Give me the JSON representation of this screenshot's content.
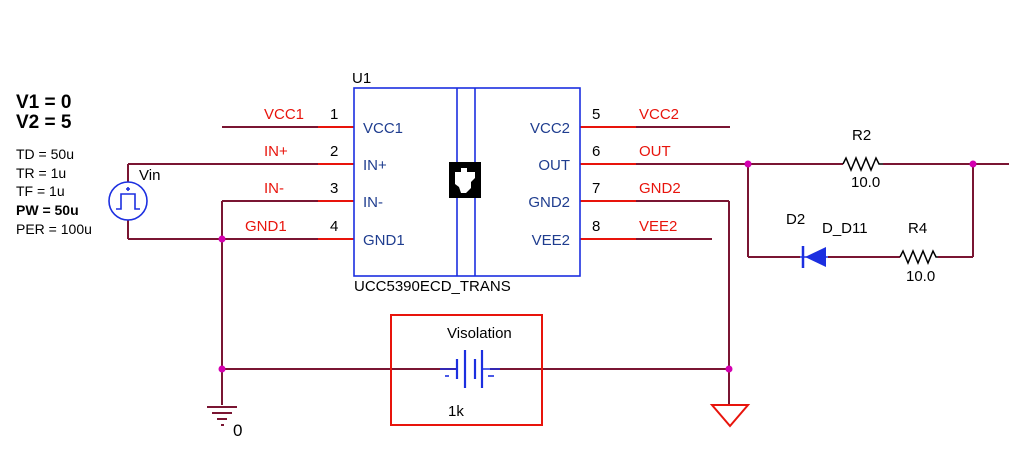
{
  "source": {
    "v1": "V1 = 0",
    "v2": "V2 = 5",
    "td": "TD = 50u",
    "tr": "TR = 1u",
    "tf": "TF = 1u",
    "pw": "PW = 50u",
    "per": "PER = 100u",
    "name": "Vin"
  },
  "chip": {
    "ref": "U1",
    "part": "UCC5390ECD_TRANS",
    "left_pins": [
      {
        "num": "1",
        "name": "VCC1",
        "net": "VCC1"
      },
      {
        "num": "2",
        "name": "IN+",
        "net": "IN+"
      },
      {
        "num": "3",
        "name": "IN-",
        "net": "IN-"
      },
      {
        "num": "4",
        "name": "GND1",
        "net": "GND1"
      }
    ],
    "right_pins": [
      {
        "num": "5",
        "name": "VCC2",
        "net": "VCC2"
      },
      {
        "num": "6",
        "name": "OUT",
        "net": "OUT"
      },
      {
        "num": "7",
        "name": "GND2",
        "net": "GND2"
      },
      {
        "num": "8",
        "name": "VEE2",
        "net": "VEE2"
      }
    ]
  },
  "r2": {
    "ref": "R2",
    "value": "10.0"
  },
  "r4": {
    "ref": "R4",
    "value": "10.0"
  },
  "d2": {
    "ref": "D2",
    "model": "D_D11"
  },
  "visolation": {
    "name": "Visolation",
    "value": "1k"
  },
  "ground": {
    "label": "0"
  },
  "colors": {
    "wire": "#7a1532",
    "pin": "#e8140c",
    "body": "#1c2fe0",
    "pin_name": "#1f3d8f",
    "junction": "#d400b0"
  }
}
